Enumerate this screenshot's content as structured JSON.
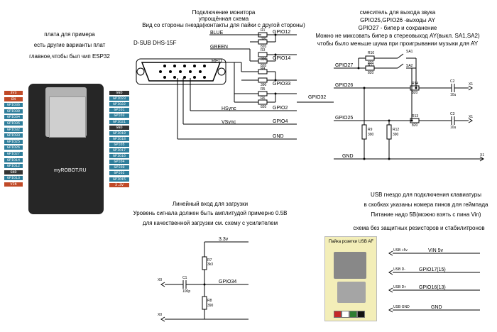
{
  "header_left": {
    "line1": "плата для примера",
    "line2": "есть другие варианты плат",
    "line3": "главное,чтобы был чип ESP32"
  },
  "monitor": {
    "title1": "Подключение монитора",
    "title2": "упрощённая схема",
    "title3": "Вид со стороны гнезда(контакты для пайки с другой стороны)",
    "connector": "D-SUB DHS-15F",
    "blue": "BLUE",
    "green": "GREEN",
    "red": "RED",
    "hsync": "HSync",
    "vsync": "VSync",
    "gnd": "GND",
    "gpio12": "GPIO12",
    "gpio14": "GPIO14",
    "gpio33": "GPIO33",
    "gpio32": "GPIO32",
    "gpio2": "GPIO2",
    "gpio4": "GPIO4",
    "r": [
      "R1",
      "R2",
      "R3",
      "R4",
      "R5",
      "R6"
    ],
    "rv": [
      "390",
      "820",
      "390",
      "820",
      "390",
      "820"
    ]
  },
  "mixer": {
    "title1": "смеситель для выхода звука",
    "title2": "GPIO25,GPIO26 -выходы AY",
    "title3": "GPIO27 - бипер и сохранение",
    "title4": "Можно не миксовать бипер в стереовыход AY(выкл. SA1,SA2)",
    "title5": "чтобы было меньше шума при проигрывании музыки для AY",
    "gpio27": "GPIO27",
    "gpio26": "GPIO26",
    "gpio25": "GPIO25",
    "gnd": "GND",
    "r10": "R10",
    "r10v": "820",
    "r11": "R11",
    "r11v": "820",
    "r14": "R14",
    "r14v": "820",
    "r13": "R13",
    "r13v": "820",
    "r9": "R9",
    "r9v": "390",
    "r12": "R12",
    "r12v": "390",
    "sa1": "SA1",
    "sa2": "SA2",
    "c2": "C2",
    "c2v": "10u",
    "c3": "C3",
    "c3v": "10u",
    "x1a": "X1",
    "x1b": "X1",
    "x1c": "X1"
  },
  "linein": {
    "title1": "Линейный вход для загрузки",
    "title2": "Уровень сигнала должен быть амплитудой примерно 0.5В",
    "title3": "для качественной загрузки см. схему с усилителем",
    "v33": "3.3v",
    "gpio34": "GPIO34",
    "r7": "R7",
    "r7v": "3k3",
    "r8": "R8",
    "r8v": "390",
    "c1": "C1",
    "c1v": "100p",
    "x0a": "X0",
    "x0b": "X0"
  },
  "usb": {
    "title1": "USB гнездо для подключения клавиатуры",
    "title2": "в скобках указаны номера пинов для геймпада",
    "title3": "Питание надо 5В(можно взять с пина Vin)",
    "title4": "схема без защитных резисторов и стабилитронов",
    "panel_title": "Пайка розетки USB AF",
    "vin": "VIN 5v",
    "gpio17": "GPIO17(15)",
    "gpio16": "GPIO16(13)",
    "gnd": "GND",
    "p5v": "USB +5v",
    "pdm": "USB D-",
    "pdp": "USB D+",
    "pgnd": "USB GND",
    "panel_colors": [
      "#c62828",
      "#ffffff",
      "#2e7d32",
      "#111111"
    ]
  },
  "board": {
    "brand": "myROBOT.RU",
    "left_pins": [
      "3V3",
      "EN",
      "GPIO36",
      "GPIO39",
      "GPIO34",
      "GPIO35",
      "GPIO32",
      "GPIO33",
      "GPIO25",
      "GPIO26",
      "GPIO27",
      "GPIO14",
      "GPIO12",
      "GND",
      "GPIO13",
      "VIN"
    ],
    "right_pins": [
      "GND",
      "GPIO23",
      "GPIO22",
      "GPIO1",
      "GPIO3",
      "GPIO21",
      "GND",
      "GPIO19",
      "GPIO18",
      "GPIO5",
      "GPIO17",
      "GPIO16",
      "GPIO4",
      "GPIO0",
      "GPIO2",
      "GPIO15",
      "3.3V"
    ]
  }
}
